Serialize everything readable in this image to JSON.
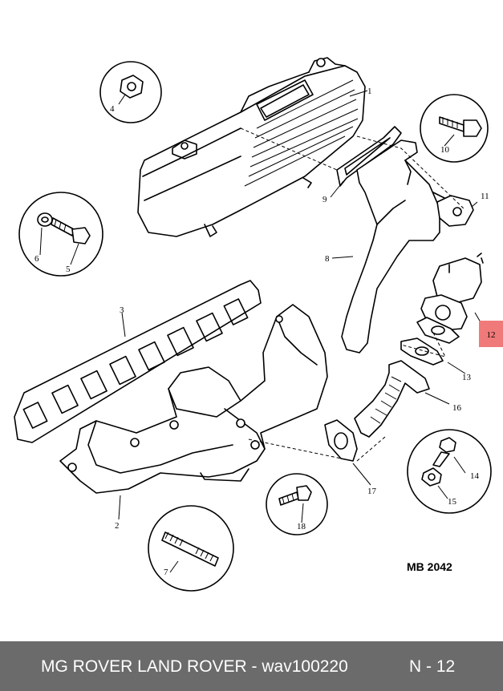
{
  "diagram": {
    "reference": "MB 2042",
    "highlighted_callout": "12",
    "highlight_color": "#f07a7a",
    "callouts": [
      "1",
      "2",
      "3",
      "4",
      "5",
      "6",
      "7",
      "8",
      "9",
      "10",
      "11",
      "12",
      "13",
      "14",
      "15",
      "16",
      "17",
      "18"
    ]
  },
  "footer": {
    "title": "MG ROVER LAND ROVER - wav100220",
    "page": "N - 12",
    "background": "#6b6b6b"
  }
}
